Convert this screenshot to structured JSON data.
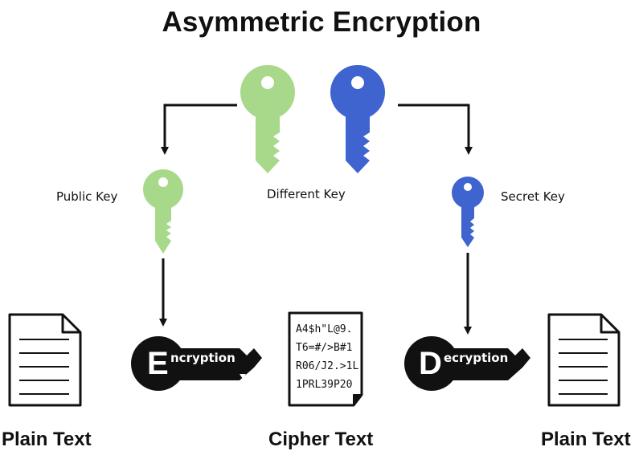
{
  "title": "Asymmetric Encryption",
  "labels": {
    "public_key": "Public Key",
    "different_key": "Different Key",
    "secret_key": "Secret Key",
    "plain_text_left": "Plain Text",
    "cipher_text": "Cipher Text",
    "plain_text_right": "Plain Text"
  },
  "encryption_key": {
    "initial": "E",
    "rest": "ncryption"
  },
  "decryption_key": {
    "initial": "D",
    "rest": "ecryption"
  },
  "cipher_lines": [
    "A4$h\"L@9.",
    "T6=#/>B#1",
    "R06/J2.>1L",
    "1PRL39P20"
  ],
  "colors": {
    "public_key": "#a8d98a",
    "secret_key": "#3f63cf",
    "black": "#111111",
    "document_stroke": "#111111"
  },
  "icons": [
    "key-icon",
    "document-icon",
    "arrow-icon"
  ]
}
